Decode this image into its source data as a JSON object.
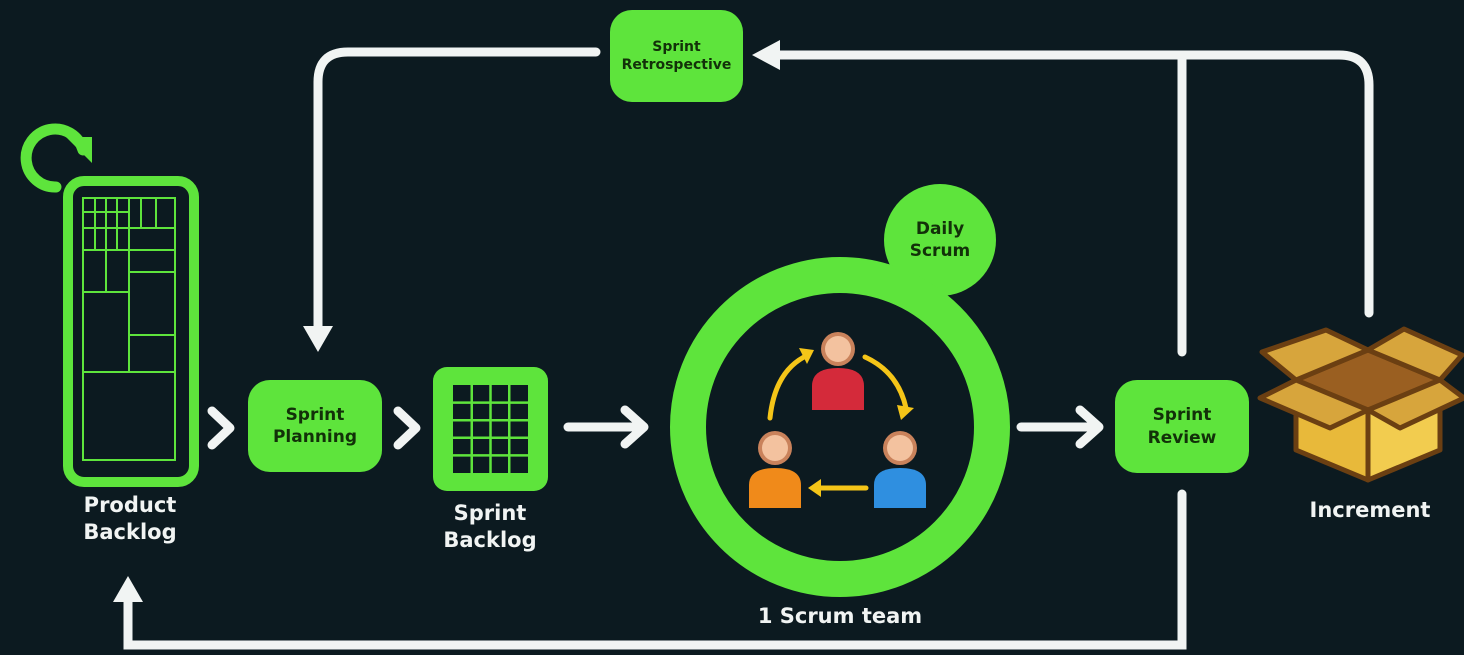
{
  "nodes": {
    "sprint_retrospective": {
      "line1": "Sprint",
      "line2": "Retrospective"
    },
    "sprint_planning": {
      "line1": "Sprint",
      "line2": "Planning"
    },
    "sprint_review": {
      "line1": "Sprint",
      "line2": "Review"
    },
    "daily_scrum": {
      "line1": "Daily",
      "line2": "Scrum"
    }
  },
  "labels": {
    "product_backlog": {
      "line1": "Product",
      "line2": "Backlog"
    },
    "sprint_backlog": {
      "line1": "Sprint",
      "line2": "Backlog"
    },
    "scrum_team": "1 Scrum team",
    "increment": "Increment"
  },
  "colors": {
    "background": "#0c1a20",
    "accent_green": "#5ee43c",
    "connector": "#f1f4f3",
    "cycle_arrow": "#f5c518",
    "person_red": "#d42a3a",
    "person_blue": "#2f8fe0",
    "person_orange": "#f08a1a",
    "box_yellow": "#e8b93a"
  },
  "icons": [
    "refresh-icon",
    "backlog-board-icon",
    "sprint-backlog-grid-icon",
    "team-cycle-icon",
    "increment-box-icon"
  ]
}
